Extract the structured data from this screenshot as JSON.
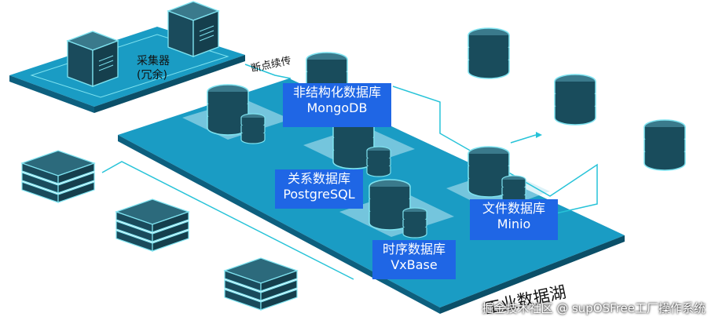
{
  "labels": {
    "collector": "采集器",
    "collector_note": "(冗余)",
    "resume": "断点续传",
    "lake": "工业数据湖"
  },
  "databases": {
    "mongo": {
      "line1": "非结构化数据库",
      "line2": "MongoDB"
    },
    "postgres": {
      "line1": "关系数据库",
      "line2": "PostgreSQL"
    },
    "vxbase": {
      "line1": "时序数据库",
      "line2": "VxBase"
    },
    "minio": {
      "line1": "文件数据库",
      "line2": "Minio"
    }
  },
  "watermark": "掘金技术社区 @ supOSFree工厂操作系统",
  "colors": {
    "platform": "#1a9cc4",
    "platform_dark": "#0d5f7e",
    "server": "#1a4b5c",
    "tag": "#1f66e5",
    "line": "#27c3d8"
  },
  "icons": [
    "server-box-icon",
    "database-cylinder-icon",
    "stack-layer-icon"
  ]
}
